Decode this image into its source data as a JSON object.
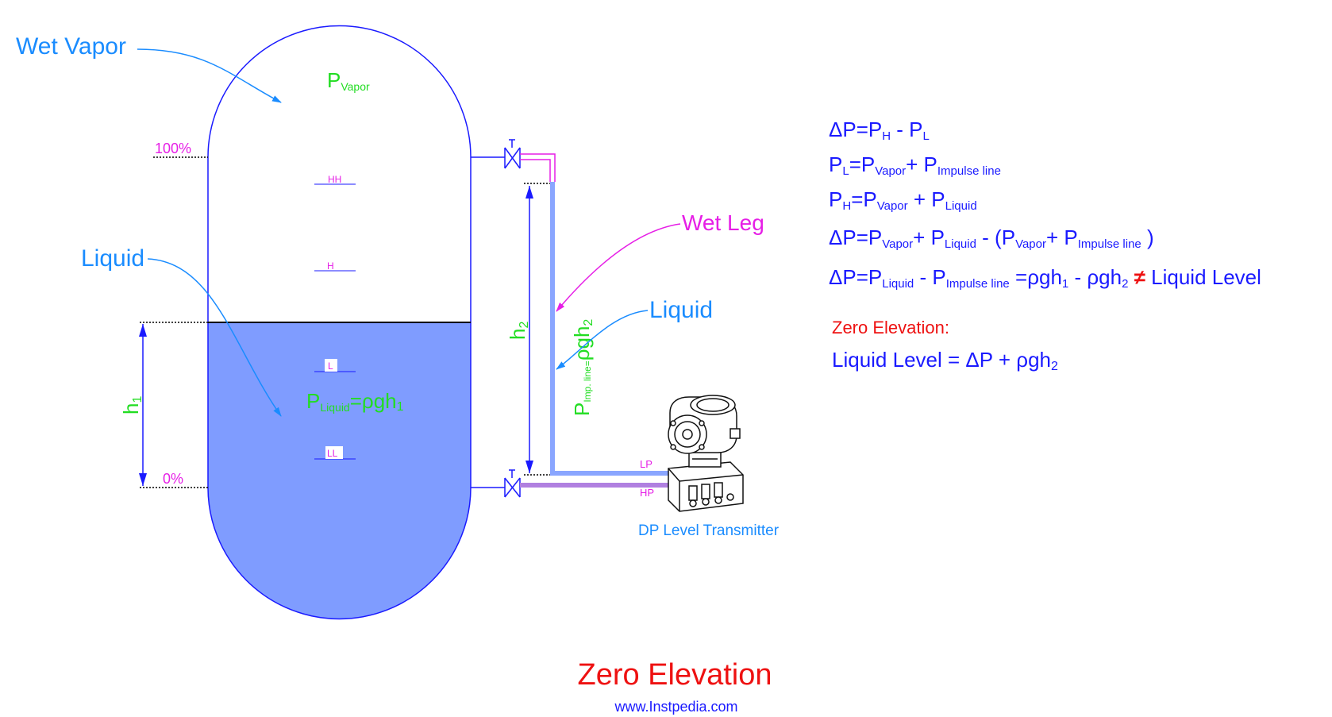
{
  "callouts": {
    "wet_vapor": "Wet Vapor",
    "liquid_tank": "Liquid",
    "wet_leg": "Wet Leg",
    "liquid_leg": "Liquid",
    "dp_transmitter": "DP Level Transmitter"
  },
  "tank": {
    "pressure_vapor": {
      "main": "P",
      "sub": "Vapor"
    },
    "pressure_liquid": {
      "main": "P",
      "sub": "Liquid",
      "eq": "=ρgh",
      "sub2": "1"
    },
    "level_100": "100%",
    "level_0": "0%",
    "alarms": {
      "hh": "HH",
      "h": "H",
      "l": "L",
      "ll": "LL"
    }
  },
  "dimensions": {
    "h1": {
      "main": "h",
      "sub": "1"
    },
    "h2": {
      "main": "h",
      "sub": "2"
    },
    "p_imp_line": {
      "main": "P",
      "sub": "Imp. line=",
      "tail": "ρgh",
      "sub2": "2"
    }
  },
  "transmitter": {
    "lp": "LP",
    "hp": "HP"
  },
  "equations": {
    "eq1": {
      "a": "ΔP=P",
      "s1": "H",
      "b": " - P",
      "s2": "L"
    },
    "eq2": {
      "a": "P",
      "s1": "L",
      "b": "=P",
      "s2": "Vapor",
      "c": "+ P",
      "s3": "Impulse line"
    },
    "eq3": {
      "a": "P",
      "s1": "H",
      "b": "=P",
      "s2": "Vapor",
      "c": " + P",
      "s3": "Liquid"
    },
    "eq4": {
      "a": "ΔP=P",
      "s1": "Vapor",
      "b": "+ P",
      "s2": "Liquid",
      "c": " - (P",
      "s3": "Vapor",
      "d": "+ P",
      "s4": "Impulse line",
      "e": " )"
    },
    "eq5": {
      "a": "ΔP=P",
      "s1": "Liquid",
      "b": " - P",
      "s2": "Impulse line",
      "c": " =ρgh",
      "s3": "1",
      "d": "  - ρgh",
      "s4": "2",
      "ne": " ≠ ",
      "e": "Liquid  Level"
    }
  },
  "zero_elevation_label": "Zero Elevation:",
  "level_formula": {
    "a": "Liquid Level = ΔP + ρgh",
    "s": "2"
  },
  "footer": {
    "title": "Zero Elevation",
    "website": "www.Instpedia.com"
  },
  "colors": {
    "outline": "#1a1aff",
    "liquid_fill": "#7f9cff",
    "callout_blue": "#1a8cff",
    "green": "#22dd22",
    "magenta": "#e61ee6",
    "red": "#ee1111",
    "impulse_line": "#8aa6ff",
    "hp_line": "#b080e0"
  }
}
